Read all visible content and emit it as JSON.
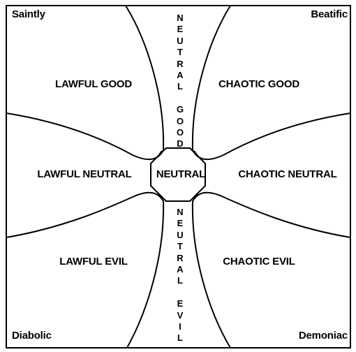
{
  "corners": {
    "top_left": "Saintly",
    "top_right": "Beatific",
    "bottom_left": "Diabolic",
    "bottom_right": "Demoniac"
  },
  "regions": {
    "lawful_good": "LAWFUL GOOD",
    "chaotic_good": "CHAOTIC GOOD",
    "lawful_neutral": "LAWFUL NEUTRAL",
    "neutral": "NEUTRAL",
    "chaotic_neutral": "CHAOTIC NEUTRAL",
    "lawful_evil": "LAWFUL EVIL",
    "chaotic_evil": "CHAOTIC EVIL"
  },
  "vertical": {
    "neutral_good": "NEUTRAL GOOD",
    "neutral_evil": "NEUTRAL EVIL"
  },
  "colors": {
    "ink": "#000000",
    "background": "#ffffff"
  }
}
